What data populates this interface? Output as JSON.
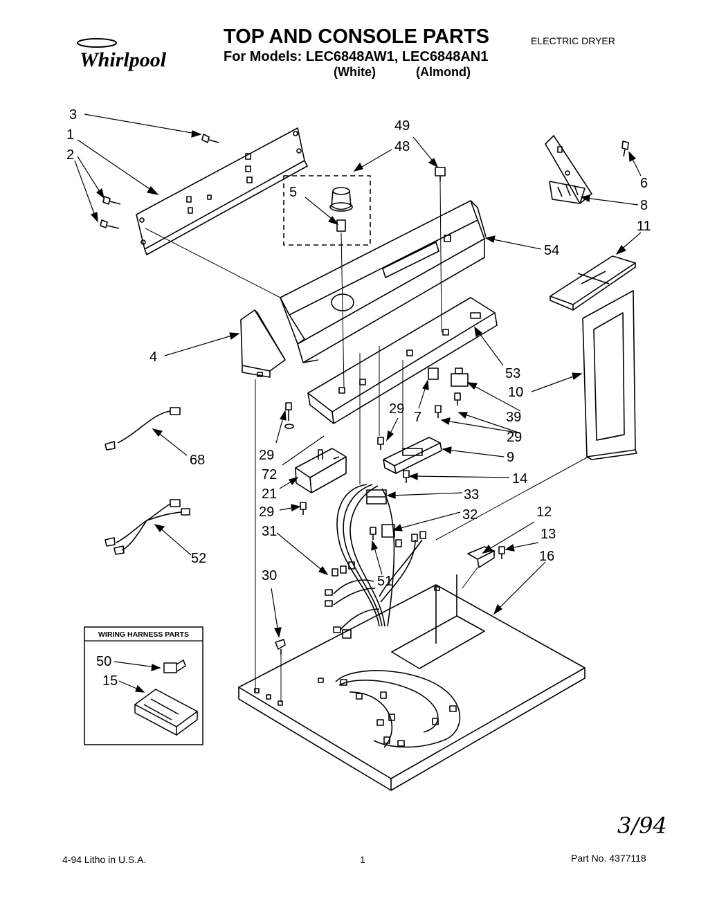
{
  "header": {
    "brand": "Whirlpool",
    "title": "TOP AND CONSOLE PARTS",
    "models_line": "For Models: LEC6848AW1, LEC6848AN1",
    "color_white": "(White)",
    "color_almond": "(Almond)",
    "product_type": "ELECTRIC DRYER"
  },
  "inset": {
    "title": "WIRING HARNESS PARTS",
    "callouts": [
      "50",
      "15"
    ]
  },
  "callouts": {
    "c3": "3",
    "c1": "1",
    "c2": "2",
    "c49": "49",
    "c48": "48",
    "c5": "5",
    "c6": "6",
    "c8": "8",
    "c11": "11",
    "c54": "54",
    "c4": "4",
    "c53": "53",
    "c10": "10",
    "c29a": "29",
    "c7": "7",
    "c39": "39",
    "c29b": "29",
    "c29c": "29",
    "c68": "68",
    "c72": "72",
    "c9": "9",
    "c21": "21",
    "c14": "14",
    "c33": "33",
    "c29d": "29",
    "c32": "32",
    "c12": "12",
    "c31": "31",
    "c13": "13",
    "c16": "16",
    "c51": "51",
    "c52": "52",
    "c30": "30"
  },
  "footer": {
    "date_litho": "4-94  Litho in U.S.A.",
    "page_number": "1",
    "part_number": "Part No. 4377118",
    "handwritten_note": "3/94"
  },
  "colors": {
    "ink": "#000000",
    "paper": "#ffffff"
  }
}
